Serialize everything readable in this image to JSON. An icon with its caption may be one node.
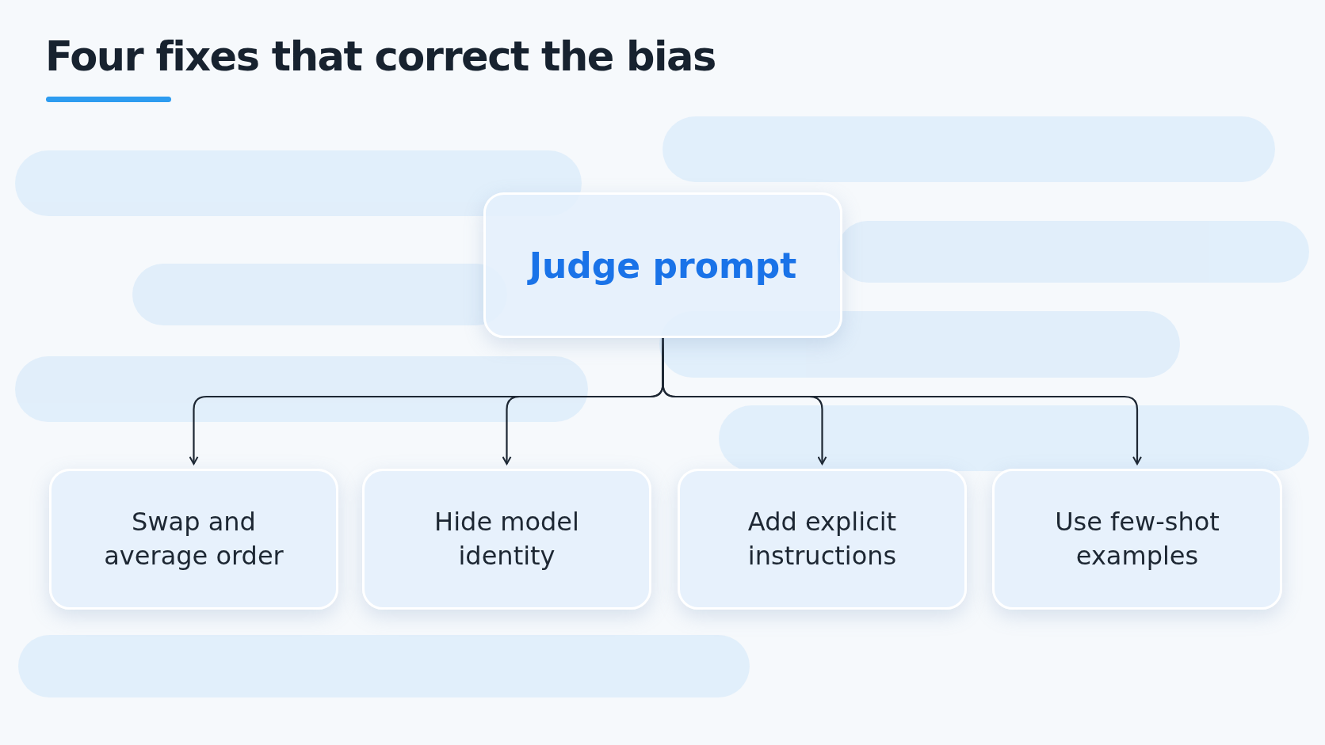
{
  "diagram": {
    "title": "Four fixes that correct the bias",
    "nodes": [
      {
        "text": [
          "Judge prompt"
        ]
      },
      {
        "text": [
          "Swap and average order"
        ]
      },
      {
        "text": [
          "Hide model identity"
        ]
      },
      {
        "text": [
          "Add explicit instructions"
        ]
      },
      {
        "text": [
          "Use few-shot examples"
        ]
      }
    ],
    "edges": [
      {
        "from": 0,
        "to": 1,
        "arrow": "to"
      },
      {
        "from": 0,
        "to": 2,
        "arrow": "to"
      },
      {
        "from": 0,
        "to": 3,
        "arrow": "to"
      },
      {
        "from": 0,
        "to": 4,
        "arrow": "to"
      }
    ]
  }
}
